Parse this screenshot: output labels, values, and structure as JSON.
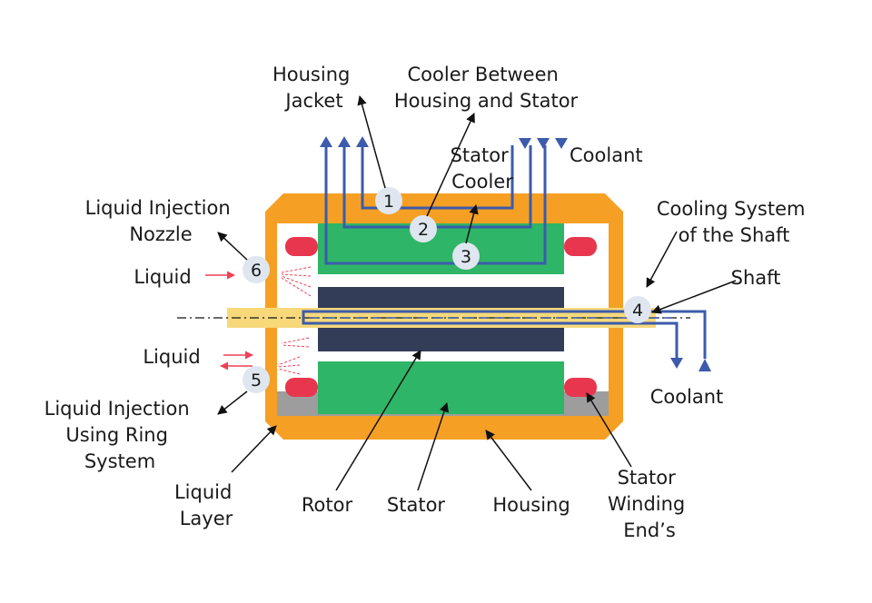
{
  "labels": {
    "housing_jacket": [
      "Housing",
      "Jacket"
    ],
    "cooler_between": [
      "Cooler Between",
      "Housing and Stator"
    ],
    "stator_cooler": [
      "Stator",
      "Cooler"
    ],
    "coolant_top": "Coolant",
    "injection_nozzle": [
      "Liquid Injection",
      "Nozzle"
    ],
    "cooling_shaft": [
      "Cooling System",
      "of the Shaft"
    ],
    "shaft": "Shaft",
    "liquid_top": "Liquid",
    "liquid_bottom": "Liquid",
    "coolant_bottom": "Coolant",
    "ring_system": [
      "Liquid Injection",
      "Using Ring",
      "System"
    ],
    "liquid_layer": [
      "Liquid",
      "Layer"
    ],
    "rotor": "Rotor",
    "stator": "Stator",
    "housing": "Housing",
    "winding_ends": [
      "Stator",
      "Winding",
      "End’s"
    ]
  },
  "markers": [
    "1",
    "2",
    "3",
    "4",
    "5",
    "6"
  ],
  "colors": {
    "housing": "#f5a024",
    "stator": "#2fb567",
    "rotor": "#343d57",
    "shaft": "#f7d97a",
    "winding": "#e8364f",
    "liquid_layer": "#9d9d9d",
    "coolant_pipe": "#3c5bab",
    "marker": "#dfe6ef",
    "liquid_arrow": "#ee4057"
  }
}
